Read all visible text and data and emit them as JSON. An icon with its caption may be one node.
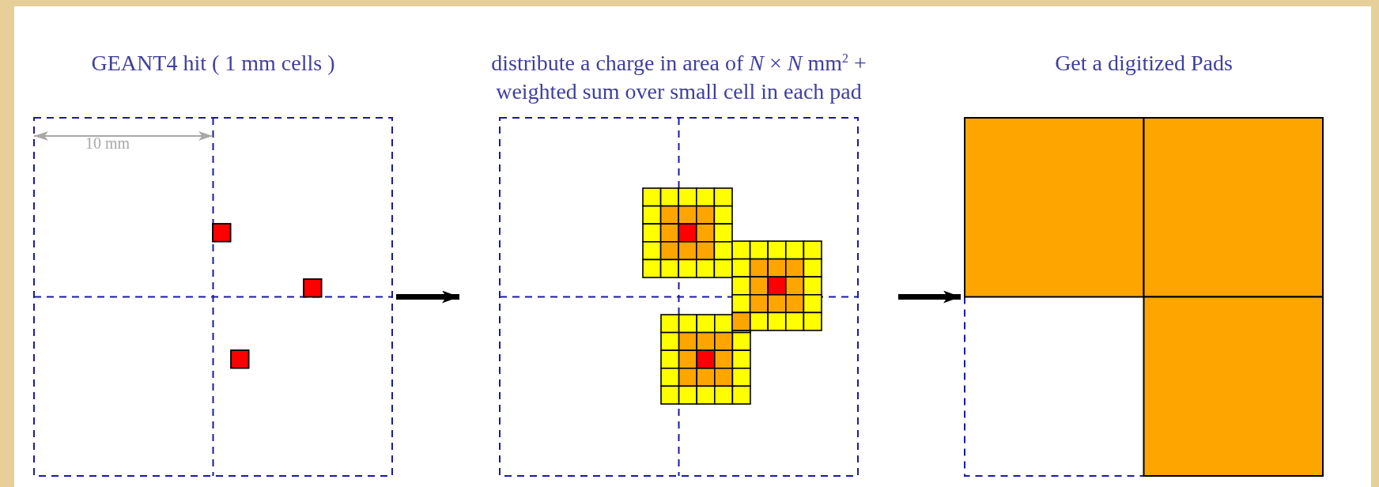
{
  "diagram": {
    "nodes": [
      {
        "text": [
          "GEANT4 hit ( 1 mm cells )"
        ]
      },
      {
        "text": [
          "distribute a charge in area of *N* × *N* mm$^{2}$ + weighted sum over small cell in each pad"
        ]
      },
      {
        "text": [
          "Get a digitized Pads"
        ]
      }
    ],
    "edges": [
      {
        "from": 0,
        "to": 1,
        "arrow": "to"
      },
      {
        "from": 1,
        "to": 2,
        "arrow": "to"
      }
    ],
    "labels": [
      "10 mm"
    ]
  }
}
